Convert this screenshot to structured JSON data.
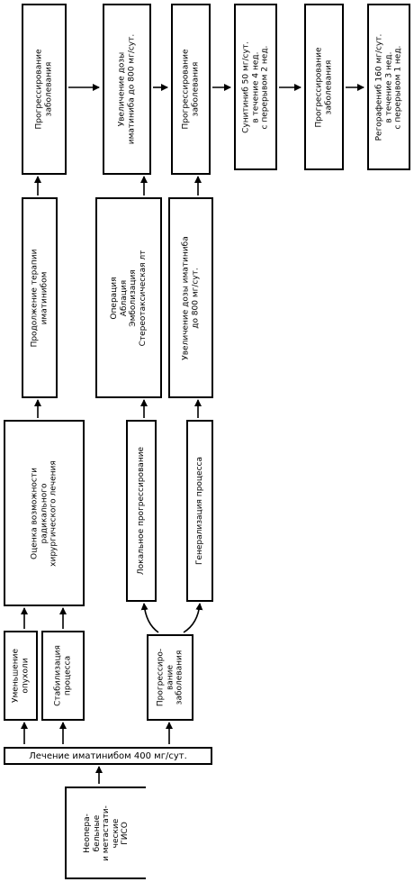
{
  "nodes": {
    "start": "Неопера-\nбельные\nи метастати-\nческие\nГИСО",
    "treatment": "Лечение иматинибом 400 мг/сут.",
    "reduction": "Уменьшение\nопухоли",
    "stabilization": "Стабилизация\nпроцесса",
    "progression1": "Прогрессиро-\nвание\nзаболевания",
    "assessment": "Оценка возможности\nрадикального\nхирургического лечения",
    "local_progression": "Локальное прогрессирование",
    "generalization": "Генерализация процесса",
    "continue_therapy": "Продолжение терапии\nиматинибом",
    "operation": "Операция\nАблация\nЭмболизация\nСтереотаксическая лт",
    "dose_increase": "Увеличение дозы иматиниба\nдо 800 мг/сут.",
    "top_progression1": "Прогрессирование\nзаболевания",
    "top_dose_increase": "Увеличение дозы\nиматиниба до 800 мг/сут.",
    "top_progression2": "Прогрессирование\nзаболевания",
    "sunitinib": "Сунитиниб 50 мг/сут.\nв течение 4 нед.\nс перерывом 2 нед.",
    "top_progression3": "Прогрессирование\nзаболевания",
    "regorafenib": "Регорафениб 160 мг/сут.\nв течение 3 нед.\nс перерывом 1 нед."
  }
}
